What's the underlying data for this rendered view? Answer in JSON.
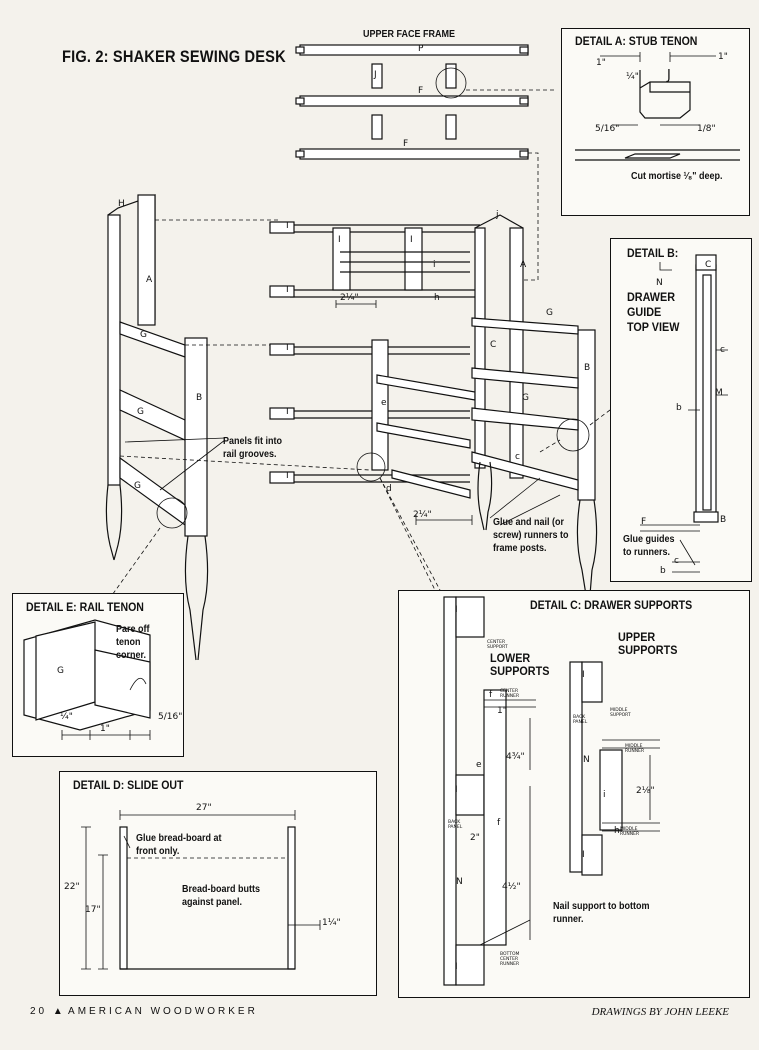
{
  "figure": {
    "title": "FIG. 2: SHAKER SEWING DESK",
    "upper_face_frame": "UPPER FACE FRAME",
    "panels_note": "Panels fit into rail grooves.",
    "glue_note": "Glue and nail (or screw) runners to frame posts.",
    "dim_2_1_4": "2¼\"",
    "part_letters": {
      "P": "P",
      "J": "J",
      "F": "F",
      "H": "H",
      "A": "A",
      "G": "G",
      "B": "B",
      "I": "I",
      "C": "C",
      "E": "e",
      "c": "c",
      "h": "h",
      "i": "i",
      "j": "j",
      "d": "d"
    }
  },
  "detail_a": {
    "title": "DETAIL A: STUB TENON",
    "dim_1in": "1\"",
    "dim_quarter": "¼\"",
    "dim_5_16": "5/16\"",
    "dim_eighth": "1/8\"",
    "part": "J",
    "note": "Cut mortise ¹⁄₈\" deep."
  },
  "detail_b": {
    "title": "DETAIL B:",
    "subtitle_lines": [
      "DRAWER",
      "GUIDE",
      "TOP VIEW"
    ],
    "letters": {
      "N": "N",
      "C": "C",
      "c": "c",
      "M": "M",
      "b": "b",
      "F": "F",
      "B": "B"
    },
    "note": "Glue guides to runners."
  },
  "detail_c": {
    "title": "DETAIL C: DRAWER SUPPORTS",
    "lower": "LOWER SUPPORTS",
    "upper": "UPPER SUPPORTS",
    "center_support": "CENTER SUPPORT",
    "center_runner": "CENTER RUNNER",
    "middle_support": "MIDDLE SUPPORT",
    "middle_runner": "MIDDLE RUNNER",
    "middle_runner_2": "MIDDLE RUNNER",
    "back_panel": "BACK PANEL",
    "bottom_center_runner": "BOTTOM CENTER RUNNER",
    "nail_note": "Nail support to bottom runner.",
    "dims": {
      "d1": "1\"",
      "d2": "4¾\"",
      "d3": "2\"",
      "d4": "4½\"",
      "d5": "2⅛\""
    },
    "letters": {
      "I": "I",
      "e": "e",
      "f": "f",
      "N": "N",
      "i": "i",
      "h": "h"
    }
  },
  "detail_d": {
    "title": "DETAIL D: SLIDE OUT",
    "width": "27\"",
    "height_outer": "22\"",
    "height_inner": "17\"",
    "gap": "1¼\"",
    "note_glue": "Glue bread-board at front only.",
    "note_butts": "Bread-board butts against panel."
  },
  "detail_e": {
    "title": "DETAIL E: RAIL TENON",
    "note": "Pare off tenon corner.",
    "part": "G",
    "dim_1in": "1\"",
    "dim_quarter": "¼\"",
    "dim_5_16": "5/16\""
  },
  "footer": {
    "page": "20",
    "magazine": "AMERICAN WOODWORKER",
    "credit": "DRAWINGS BY JOHN LEEKE"
  }
}
